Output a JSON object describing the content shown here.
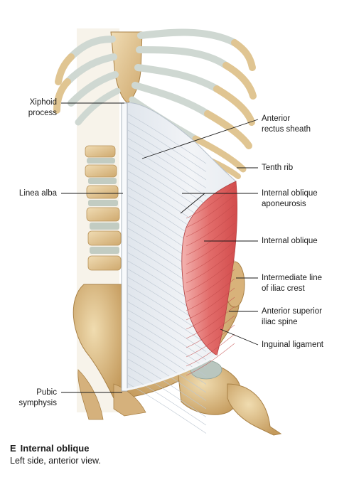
{
  "labels": {
    "xiphoid": [
      "Xiphoid",
      "process"
    ],
    "linea_alba": [
      "Linea alba"
    ],
    "pubic": [
      "Pubic",
      "symphysis"
    ],
    "ant_rectus": [
      "Anterior",
      "rectus sheath"
    ],
    "tenth_rib": [
      "Tenth rib"
    ],
    "io_apo": [
      "Internal oblique",
      "aponeurosis"
    ],
    "io": [
      "Internal oblique"
    ],
    "intermediate": [
      "Intermediate line",
      "of iliac crest"
    ],
    "asis": [
      "Anterior superior",
      "iliac spine"
    ],
    "inguinal": [
      "Inguinal ligament"
    ]
  },
  "caption": {
    "letter": "E",
    "title": "Internal oblique",
    "subtitle": "Left side, anterior view."
  },
  "colors": {
    "bone": "#e6cfa1",
    "bone_shadow": "#c8a56a",
    "cartilage": "#cfd8d2",
    "aponeurosis": "#e9edf2",
    "muscle": "#e06a6a",
    "muscle_dark": "#c94848",
    "leader": "#1a1a1a"
  }
}
